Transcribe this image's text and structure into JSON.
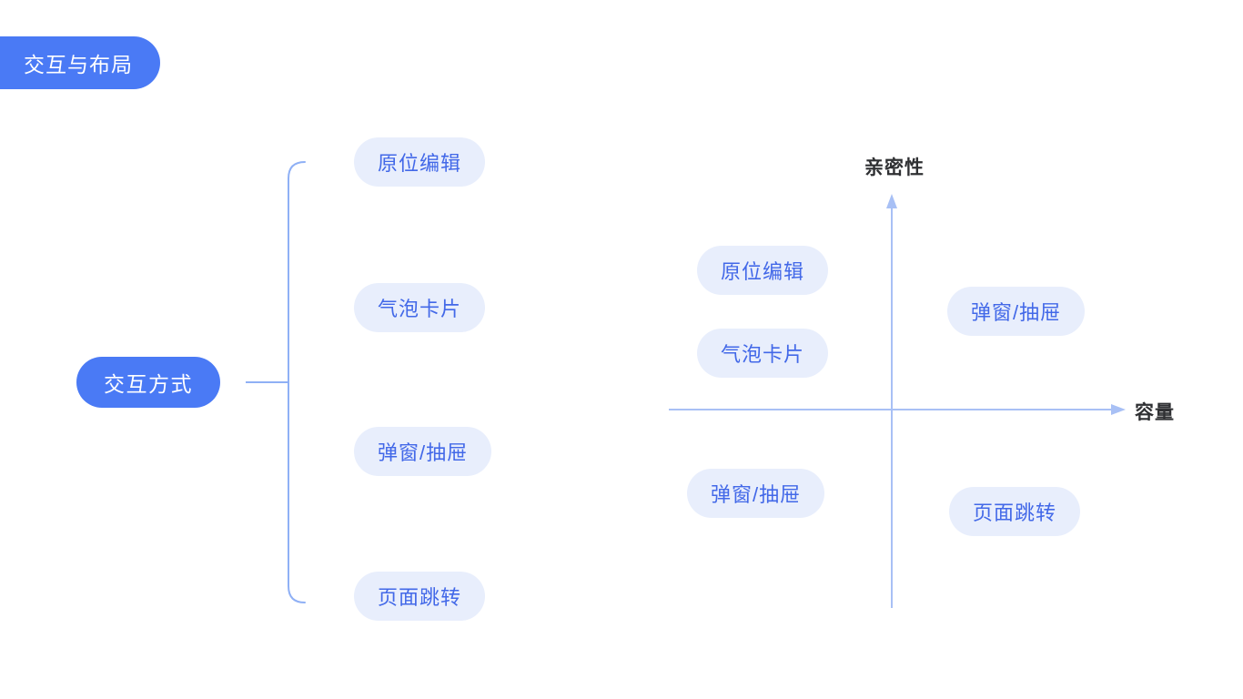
{
  "slide": {
    "title": "交互与布局",
    "background": "#ffffff"
  },
  "colors": {
    "primary": "#4a7af5",
    "pill_background": "#e8eefc",
    "pill_text": "#4268e8",
    "axis": "#a8c0f5",
    "axis_label_text": "#2f3033",
    "connector": "#8fb0f5"
  },
  "mindmap": {
    "root": {
      "label": "交互方式"
    },
    "branches": [
      {
        "label": "原位编辑"
      },
      {
        "label": "气泡卡片"
      },
      {
        "label": "弹窗/抽屉"
      },
      {
        "label": "页面跳转"
      }
    ]
  },
  "quadrant": {
    "y_axis_label": "亲密性",
    "x_axis_label": "容量",
    "items": [
      {
        "label": "原位编辑",
        "quadrant": "upper-left"
      },
      {
        "label": "气泡卡片",
        "quadrant": "upper-left"
      },
      {
        "label": "弹窗/抽屉",
        "quadrant": "upper-right"
      },
      {
        "label": "弹窗/抽屉",
        "quadrant": "lower-left"
      },
      {
        "label": "页面跳转",
        "quadrant": "lower-right"
      }
    ]
  },
  "chart_data": {
    "type": "scatter",
    "title": "交互与布局",
    "xlabel": "容量",
    "ylabel": "亲密性",
    "xlim": [
      -1,
      1
    ],
    "ylim": [
      -1,
      1
    ],
    "grid": false,
    "legend": "none",
    "annotations": [
      {
        "label": "原位编辑",
        "x": -0.45,
        "y": 0.58
      },
      {
        "label": "气泡卡片",
        "x": -0.45,
        "y": 0.3
      },
      {
        "label": "弹窗/抽屉",
        "x": 0.58,
        "y": 0.45
      },
      {
        "label": "弹窗/抽屉",
        "x": -0.52,
        "y": -0.38
      },
      {
        "label": "页面跳转",
        "x": 0.55,
        "y": -0.47
      }
    ]
  }
}
